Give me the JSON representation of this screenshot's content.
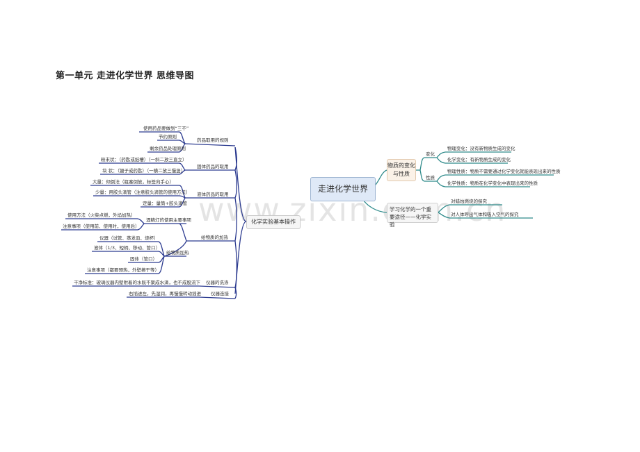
{
  "page_title": "第一单元 走进化学世界 思维导图",
  "watermark": "www.zixin.com.cn",
  "center_topic": "走进化学世界",
  "left": {
    "branch": "化学实验基本操作",
    "groups": {
      "g1": "药品取用的规则",
      "g1_items": [
        "使用药品要做到“三不”",
        "节约原则",
        "剩余药品处理原则"
      ],
      "g2": "固体药品的取用",
      "g2_items": [
        "粉末状：（药匙或纸槽）（一斜二放三直立）",
        "块 状：（镊子或药匙）（一横二放三慢竖）"
      ],
      "g3": "液体药品的取用",
      "g3_items": [
        "大量：倾倒法（瓶塞倒放，标签向手心）",
        "少量：用胶头滴管（注意胶头滴管的使用方法）",
        "定量：量筒+胶头滴管"
      ],
      "g4": "给物质的加热",
      "g4_sub1": "酒精灯的使用主要事项",
      "g4_sub1_items": [
        "使用方法（火柴点燃，外焰加热）",
        "注意事项（使用前、使用时，使用后）"
      ],
      "g4_sub2": "给物质加热",
      "g4_sub2_items": [
        "仪器（试管、蒸发皿、烧杯）",
        "液体（1/3、短柄、移动、管口）",
        "固体（管口）",
        "注意事项（都要预热，外壁擦干等）"
      ],
      "g5": "仪器的洗涤",
      "g5_item": "干净标准：玻璃仪器内壁附着的水既不聚成水滴，也不成股流下",
      "g6": "仪器连接",
      "g6_item": "右插进左，先湿润，再慢慢转动插进"
    }
  },
  "right": {
    "branch1": "物质的变化与性质",
    "change_label": "变化",
    "change_items": [
      "物理变化：没有新物质生成的变化",
      "化学变化：有新物质生成的变化"
    ],
    "property_label": "性质",
    "property_items": [
      "物理性质：物质不需要通过化学变化就能表现出来的性质",
      "化学性质：物质在化学变化中表现出来的性质"
    ],
    "branch2": "学习化学的一个重要途径——化学实验",
    "branch2_items": [
      "对蜡烛燃烧的探究",
      "对人体呼出气体和吸入空气的探究"
    ]
  },
  "colors": {
    "left_line": "#2b3a8f",
    "right_line": "#2e8a8a",
    "center_fill": "#dfe9f7"
  }
}
